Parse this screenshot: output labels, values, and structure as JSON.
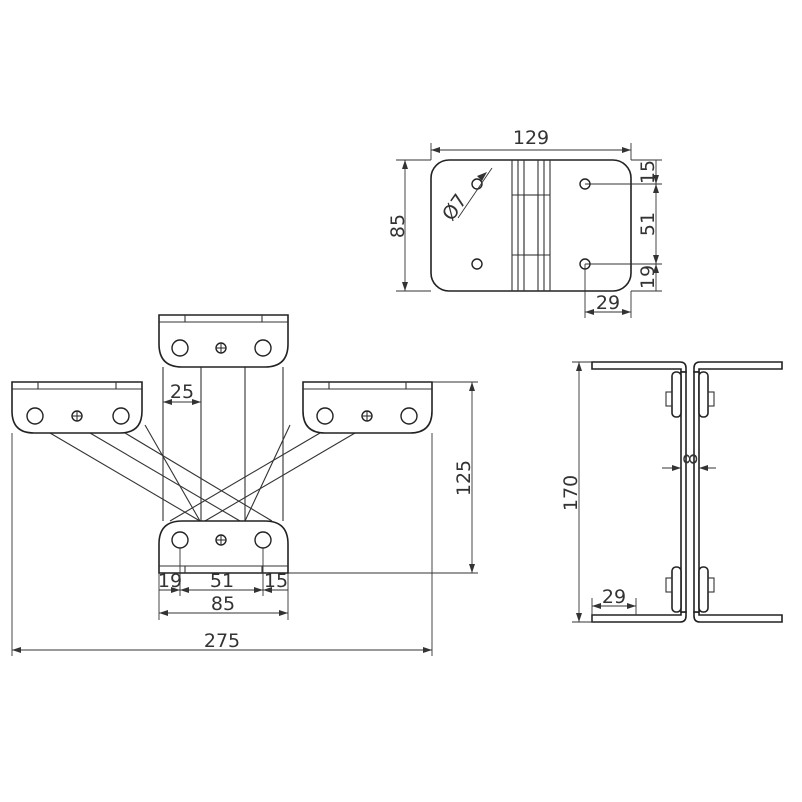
{
  "top_view": {
    "width": "129",
    "height": "85",
    "hole_diameter": "Ø7",
    "hole_spacing_top": "15",
    "hole_spacing_mid": "51",
    "hole_spacing_bottom": "19",
    "hole_offset": "29"
  },
  "front_view": {
    "arm_width": "25",
    "rise": "125",
    "seg_left": "19",
    "seg_mid": "51",
    "seg_right": "15",
    "plate_width": "85",
    "total_width": "275"
  },
  "side_view": {
    "height": "170",
    "gap": "8",
    "flange_offset": "29"
  }
}
